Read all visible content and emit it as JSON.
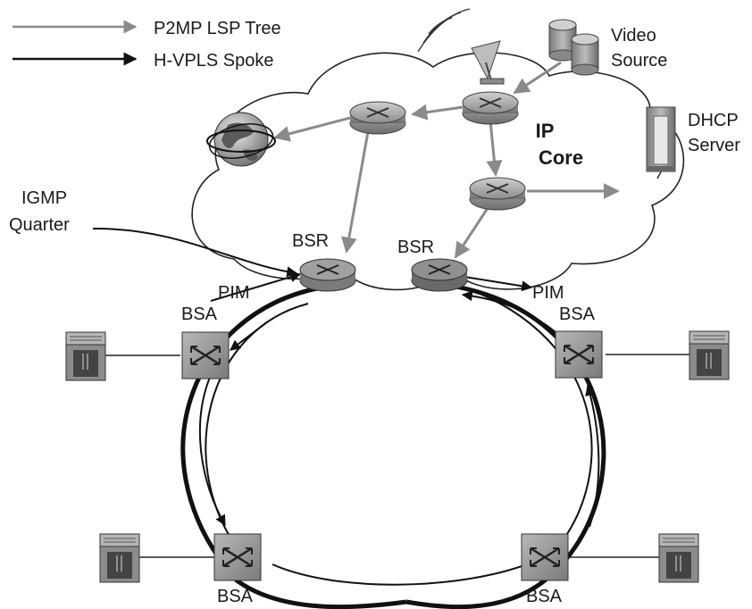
{
  "legend": {
    "p2mp_label": "P2MP LSP Tree",
    "hvpls_label": "H-VPLS Spoke"
  },
  "labels": {
    "video_source_line1": "Video",
    "video_source_line2": "Source",
    "dhcp_line1": "DHCP",
    "dhcp_line2": "Server",
    "ip_core_line1": "IP",
    "ip_core_line2": "Core",
    "igmp_line1": "IGMP",
    "igmp_line2": "Quarter",
    "bsr_left": "BSR",
    "bsr_right": "BSR",
    "pim_left": "PIM",
    "pim_right": "PIM",
    "bsa_top_left": "BSA",
    "bsa_top_right": "BSA",
    "bsa_bottom_left": "BSA",
    "bsa_bottom_right": "BSA"
  },
  "colors": {
    "p2mp_arrow": "#8a8a8a",
    "hvpls_arrow": "#111111",
    "device_fill": "#9a9a9a",
    "cloud_stroke": "#222222"
  }
}
